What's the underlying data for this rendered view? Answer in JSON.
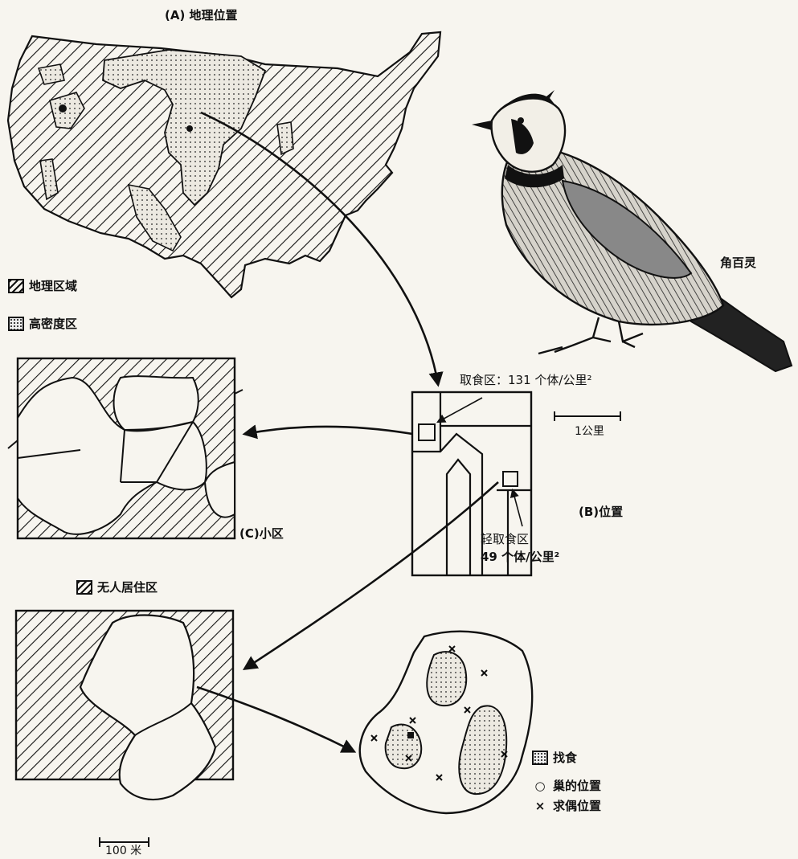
{
  "panel_a": {
    "title": "(A) 地理位置"
  },
  "legend_a": {
    "geographic_range": "地理区域",
    "high_density": "高密度区"
  },
  "bird": {
    "label": "角百灵"
  },
  "panel_b": {
    "title": "(B)位置",
    "feeding_area": "取食区：131 个体/公里²",
    "light_feeding_line1": "轻取食区",
    "light_feeding_line2": "49 个体/公里²",
    "scale": "1公里"
  },
  "panel_c": {
    "title": "(C)小区",
    "uninhabited": "无人居住区"
  },
  "panel_d": {
    "scale": "100 米"
  },
  "legend_d": {
    "foraging": "找食",
    "nest": "巢的位置",
    "courtship": "求偶位置"
  },
  "icons": {
    "nest": "circle-icon",
    "courtship": "x-mark-icon"
  },
  "colors": {
    "ink": "#111111",
    "paper": "#f7f5ef",
    "dot_fill": "#e9e6de"
  }
}
